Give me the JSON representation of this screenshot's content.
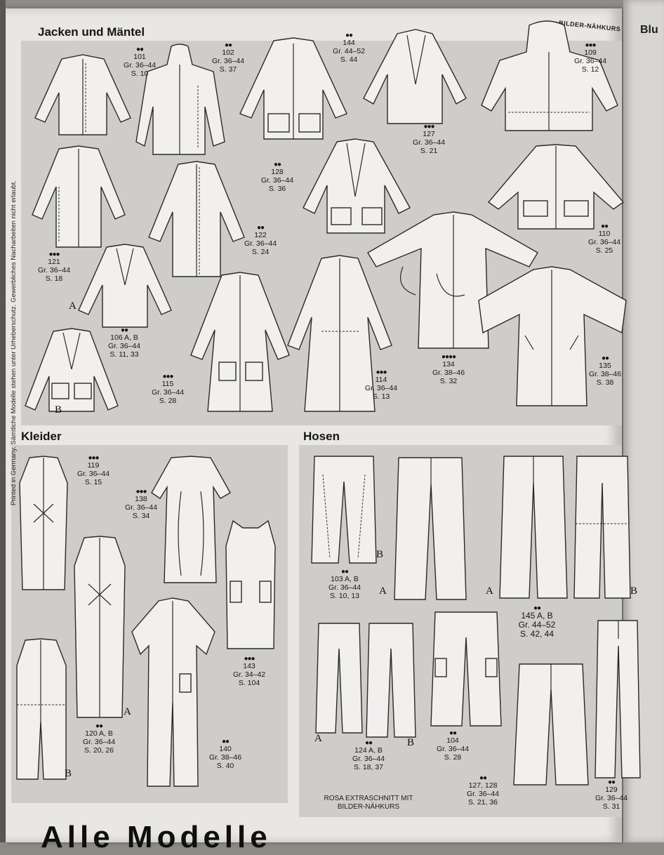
{
  "sections": {
    "jackets": "Jacken und Mäntel",
    "dresses": "Kleider",
    "trousers": "Hosen",
    "next_page": "Blu",
    "bottom_partial": "Alle Modelle"
  },
  "badge": "BILDER-NÄHKURS",
  "copyright": "Printed in Germany. Sämtliche Modelle stehen unter Urheberschutz. Gewerbliches Nacharbeiten nicht erlaubt.",
  "note": "ROSA EXTRASCHNITT MIT BILDER-NÄHKURS",
  "labels": [
    {
      "id": "101",
      "dots": "●●",
      "model": "101",
      "size": "Gr. 36–44",
      "page": "S. 10"
    },
    {
      "id": "102",
      "dots": "●●",
      "model": "102",
      "size": "Gr. 36–44",
      "page": "S. 37"
    },
    {
      "id": "144",
      "dots": "●●",
      "model": "144",
      "size": "Gr. 44–52",
      "page": "S. 44"
    },
    {
      "id": "109",
      "dots": "●●●",
      "model": "109",
      "size": "Gr. 36–44",
      "page": "S. 12"
    },
    {
      "id": "127",
      "dots": "●●●",
      "model": "127",
      "size": "Gr. 36–44",
      "page": "S. 21"
    },
    {
      "id": "128",
      "dots": "●●",
      "model": "128",
      "size": "Gr. 36–44",
      "page": "S. 36"
    },
    {
      "id": "110",
      "dots": "●●",
      "model": "110",
      "size": "Gr. 36–44",
      "page": "S. 25"
    },
    {
      "id": "121",
      "dots": "●●●",
      "model": "121",
      "size": "Gr. 36–44",
      "page": "S. 18"
    },
    {
      "id": "122",
      "dots": "●●",
      "model": "122",
      "size": "Gr. 36–44",
      "page": "S. 24"
    },
    {
      "id": "106",
      "dots": "●●",
      "model": "106 A, B",
      "size": "Gr. 36–44",
      "page": "S. 11, 33"
    },
    {
      "id": "115",
      "dots": "●●●",
      "model": "115",
      "size": "Gr. 36–44",
      "page": "S. 28"
    },
    {
      "id": "114",
      "dots": "●●●",
      "model": "114",
      "size": "Gr. 36–44",
      "page": "S. 13"
    },
    {
      "id": "134",
      "dots": "●●●●",
      "model": "134",
      "size": "Gr. 38–46",
      "page": "S. 32"
    },
    {
      "id": "135",
      "dots": "●●",
      "model": "135",
      "size": "Gr. 38–46",
      "page": "S. 38"
    },
    {
      "id": "119",
      "dots": "●●●",
      "model": "119",
      "size": "Gr. 36–44",
      "page": "S. 15"
    },
    {
      "id": "138",
      "dots": "●●●",
      "model": "138",
      "size": "Gr. 36–44",
      "page": "S. 34"
    },
    {
      "id": "143",
      "dots": "●●●",
      "model": "143",
      "size": "Gr. 34–42",
      "page": "S. 104"
    },
    {
      "id": "120",
      "dots": "●●",
      "model": "120 A, B",
      "size": "Gr. 36–44",
      "page": "S. 20, 26"
    },
    {
      "id": "140",
      "dots": "●●",
      "model": "140",
      "size": "Gr. 38–46",
      "page": "S. 40"
    },
    {
      "id": "103",
      "dots": "●●",
      "model": "103 A, B",
      "size": "Gr. 36–44",
      "page": "S. 10, 13"
    },
    {
      "id": "145",
      "dots": "●●",
      "model": "145 A, B",
      "size": "Gr. 44–52",
      "page": "S. 42, 44"
    },
    {
      "id": "124",
      "dots": "●●",
      "model": "124 A, B",
      "size": "Gr. 36–44",
      "page": "S. 18, 37"
    },
    {
      "id": "104",
      "dots": "●●",
      "model": "104",
      "size": "Gr. 36–44",
      "page": "S. 28"
    },
    {
      "id": "127128",
      "dots": "●●",
      "model": "127, 128",
      "size": "Gr. 36–44",
      "page": "S. 21, 36"
    },
    {
      "id": "129",
      "dots": "●●",
      "model": "129",
      "size": "Gr. 36–44",
      "page": "S. 31"
    }
  ],
  "variants": {
    "a": "A",
    "b": "B"
  }
}
